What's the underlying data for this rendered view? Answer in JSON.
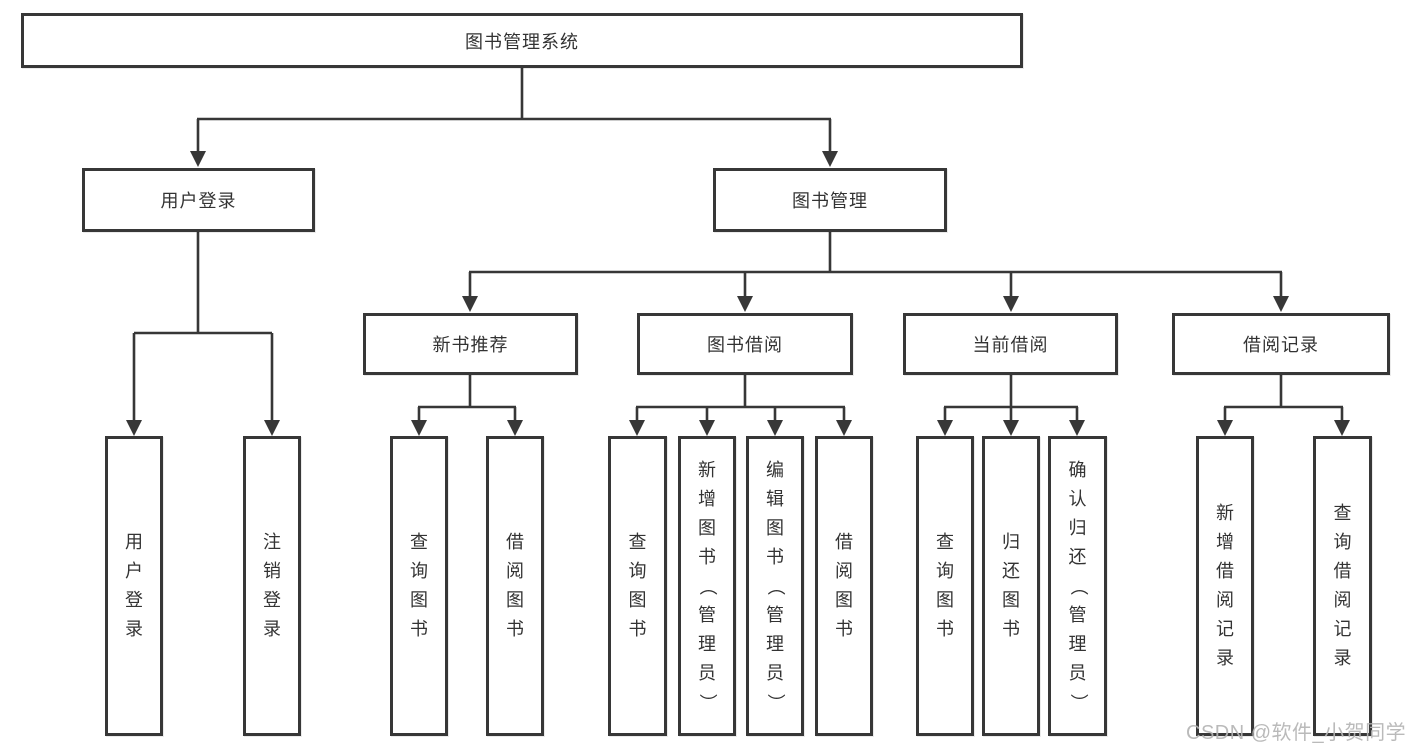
{
  "colors": {
    "background": "#ffffff",
    "line": "#373737",
    "box_border": "#373737",
    "text": "#333333",
    "watermark": "#b5b5b5"
  },
  "tree": {
    "label": "图书管理系统",
    "children": [
      {
        "label": "用户登录",
        "children": [
          {
            "label": "用户登录"
          },
          {
            "label": "注销登录"
          }
        ]
      },
      {
        "label": "图书管理",
        "children": [
          {
            "label": "新书推荐",
            "children": [
              {
                "label": "查询图书"
              },
              {
                "label": "借阅图书"
              }
            ]
          },
          {
            "label": "图书借阅",
            "children": [
              {
                "label": "查询图书"
              },
              {
                "label": "新增图书（管理员）"
              },
              {
                "label": "编辑图书（管理员）"
              },
              {
                "label": "借阅图书"
              }
            ]
          },
          {
            "label": "当前借阅",
            "children": [
              {
                "label": "查询图书"
              },
              {
                "label": "归还图书"
              },
              {
                "label": "确认归还（管理员）"
              }
            ]
          },
          {
            "label": "借阅记录",
            "children": [
              {
                "label": "新增借阅记录"
              },
              {
                "label": "查询借阅记录"
              }
            ]
          }
        ]
      }
    ]
  },
  "watermark": {
    "text": "CSDN @软件_小贺同学"
  }
}
